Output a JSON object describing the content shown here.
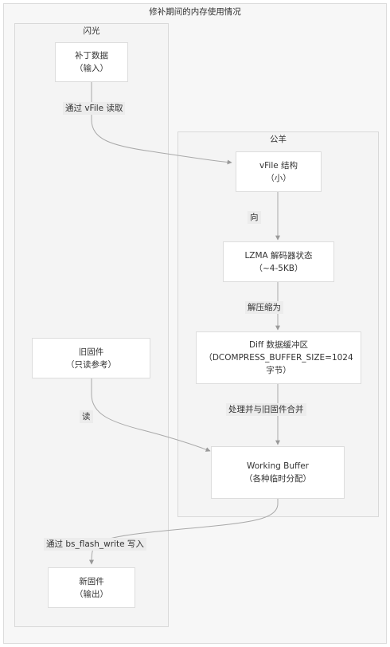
{
  "diagram": {
    "title": "修补期间的内存使用情况",
    "clusters": {
      "flash": {
        "label": "闪光"
      },
      "ram": {
        "label": "公羊"
      }
    },
    "nodes": {
      "patch_data": {
        "line1": "补丁数据",
        "line2": "（输入）"
      },
      "old_firmware": {
        "line1": "旧固件",
        "line2": "（只读参考）"
      },
      "new_firmware": {
        "line1": "新固件",
        "line2": "（输出）"
      },
      "vfile": {
        "line1": "vFile 结构",
        "line2": "（小）"
      },
      "lzma": {
        "line1": "LZMA 解码器状态",
        "line2": "（~4-5KB）"
      },
      "diff_buffer": {
        "line1": "Diff 数据缓冲区",
        "line2": "（DCOMPRESS_BUFFER_SIZE=1024",
        "line3": "字节）"
      },
      "working_buffer": {
        "line1": "Working Buffer",
        "line2": "（各种临时分配）"
      }
    },
    "edges": {
      "patch_to_vfile": "通过 vFile 读取",
      "vfile_to_lzma": "向",
      "lzma_to_diff": "解压缩为",
      "diff_to_working": "处理并与旧固件合并",
      "old_to_working": "读",
      "working_to_new": "通过 bs_flash_write 写入"
    }
  }
}
